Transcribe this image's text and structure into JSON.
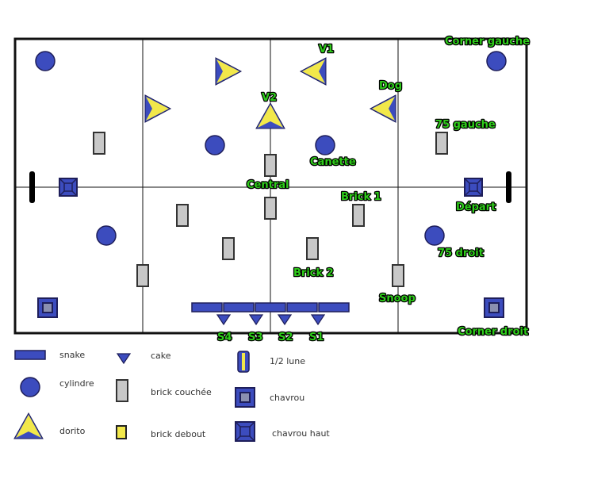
{
  "colors": {
    "shape_blue": "#3c4cbe",
    "shape_yellow": "#f2e84a",
    "label_green": "#2ecc1a",
    "brick_gray": "#c8c8c8",
    "line": "#111111"
  },
  "labels": {
    "corner_gauche": "Corner gauche",
    "v1": "V1",
    "v2": "V2",
    "dog": "Dog",
    "gauche_75": "75 gauche",
    "canette": "Canette",
    "central": "Central",
    "brick1": "Brick 1",
    "depart": "Départ",
    "droit_75": "75 droit",
    "brick2": "Brick 2",
    "snoop": "Snoop",
    "corner_droit": "Corner droit",
    "s4": "S4",
    "s3": "S3",
    "s2": "S2",
    "s1": "S1"
  },
  "legend": {
    "snake": "snake",
    "cylindre": "cylindre",
    "dorito": "dorito",
    "cake": "cake",
    "brick_couchee": "brick couchée",
    "brick_debout": "brick debout",
    "demi_lune": "1/2 lune",
    "chavrou": "chavrou",
    "chavrou_haut": "chavrou haut"
  }
}
